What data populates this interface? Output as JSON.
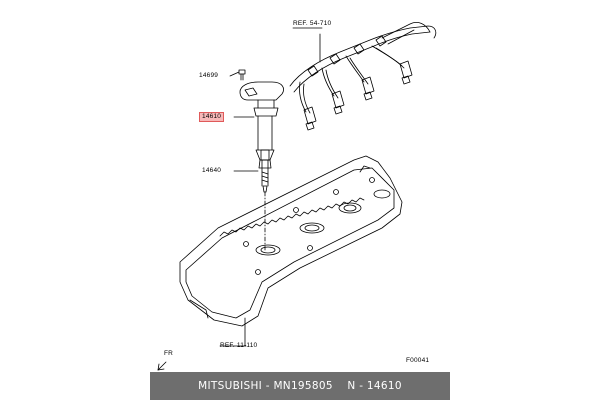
{
  "diagram": {
    "labels": {
      "ref_harness": "REF. 54-710",
      "bolt": "14699",
      "coil": "14610",
      "spark_plug": "14640",
      "ref_cover": "REF. 11-110",
      "direction": "FR",
      "figure_code": "F00041"
    },
    "highlight_color": "#f7b8b8"
  },
  "footer": {
    "brand": "MITSUBISHI",
    "part_number": "MN195805",
    "ref": "N - 14610",
    "separator": " - "
  }
}
